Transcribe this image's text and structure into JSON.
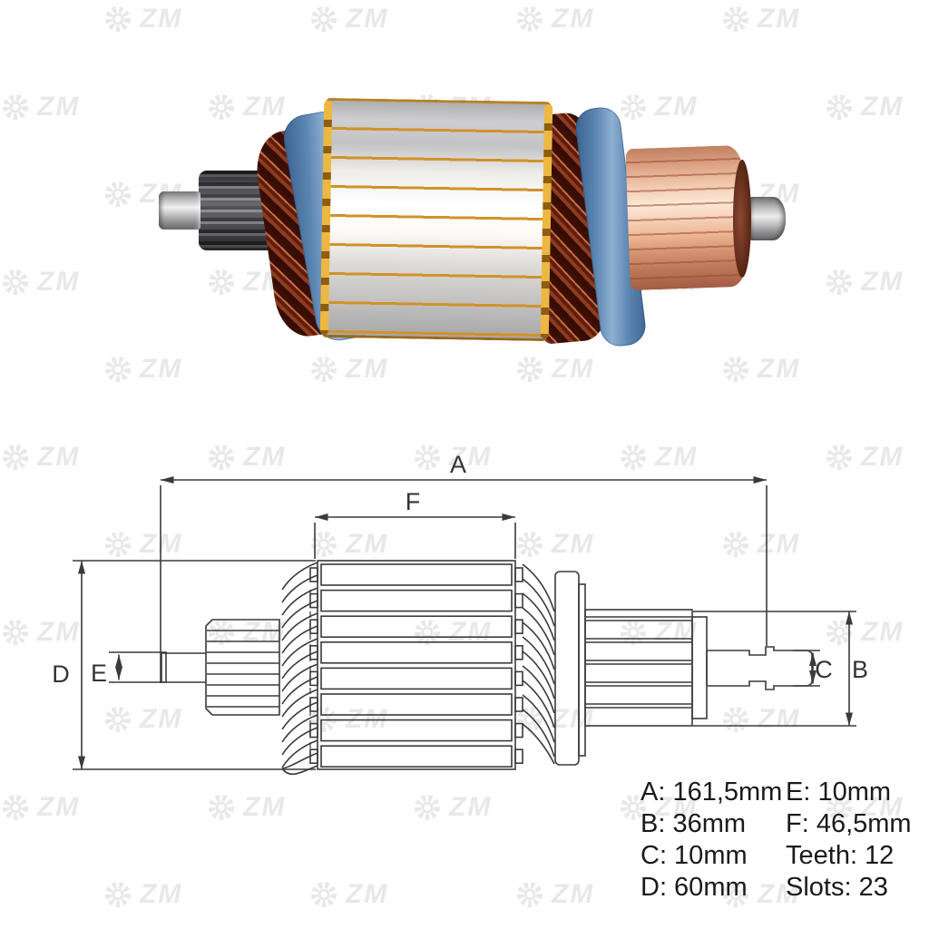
{
  "brand": {
    "watermark_text": "ZM"
  },
  "diagram": {
    "labels": {
      "a": "A",
      "b": "B",
      "c": "C",
      "d": "D",
      "e": "E",
      "f": "F"
    }
  },
  "specs": {
    "rows": [
      [
        "A: 161,5mm",
        "E: 10mm"
      ],
      [
        "B: 36mm",
        "F: 46,5mm"
      ],
      [
        "C: 10mm",
        "Teeth: 12"
      ],
      [
        "D: 60mm",
        "Slots: 23"
      ]
    ]
  },
  "colors": {
    "watermark": "#e8e8e8",
    "drawing_line": "#3a3a3a",
    "text": "#1a1a1a",
    "band_blue": "#5d86b3",
    "winding_copper": "#8d3c20",
    "core_gold": "#d0922a",
    "commutator_copper": "#edb794",
    "shaft_silver": "#c9c9cb",
    "gear_steel": "#4a4a50"
  }
}
